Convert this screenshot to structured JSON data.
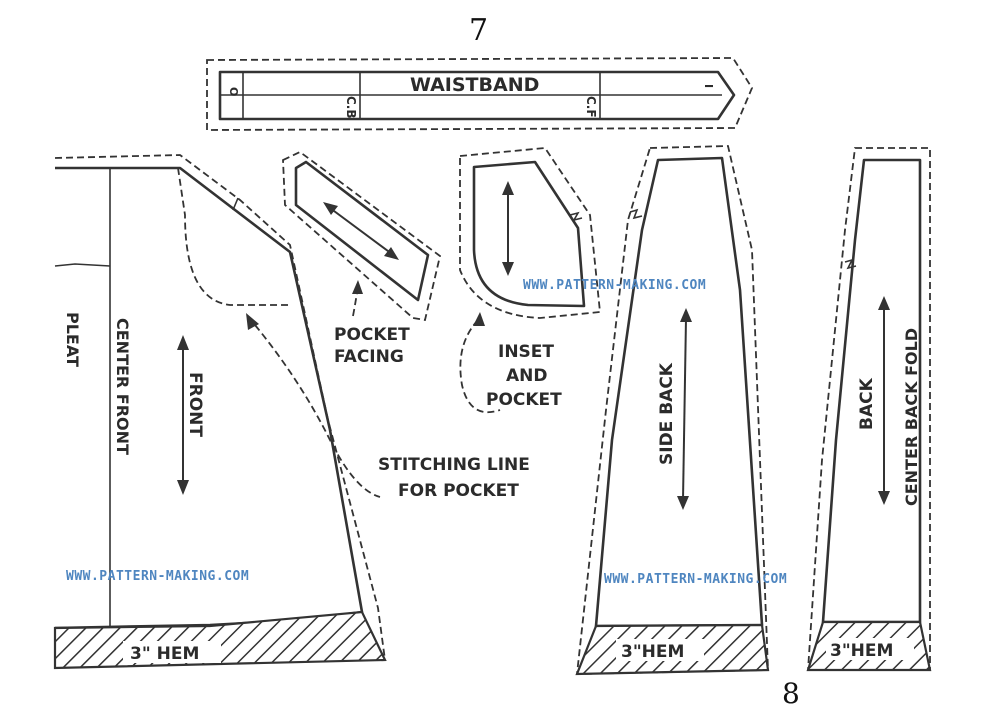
{
  "page_numbers": {
    "top": "7",
    "bottom": "8"
  },
  "watermark": "WWW.PATTERN-MAKING.COM",
  "pieces": {
    "waistband": {
      "label": "WAISTBAND",
      "mark_left": "O",
      "mark_cb": "C.B",
      "mark_cf": "C.F",
      "mark_end": "I"
    },
    "front": {
      "label": "FRONT",
      "center_label": "CENTER FRONT",
      "pleat_label": "PLEAT",
      "hem_label": "3\" HEM"
    },
    "pocket_facing": {
      "label_line1": "POCKET",
      "label_line2": "FACING"
    },
    "inset_pocket": {
      "label_line1": "INSET",
      "label_line2": "AND",
      "label_line3": "POCKET"
    },
    "stitching": {
      "label_line1": "STITCHING LINE",
      "label_line2": "FOR POCKET"
    },
    "side_back": {
      "label": "SIDE BACK",
      "hem_label": "3\"HEM"
    },
    "back": {
      "label": "BACK",
      "fold_label": "CENTER BACK FOLD",
      "hem_label": "3\"HEM"
    }
  },
  "colors": {
    "line": "#333333",
    "watermark": "#4f86c0"
  }
}
